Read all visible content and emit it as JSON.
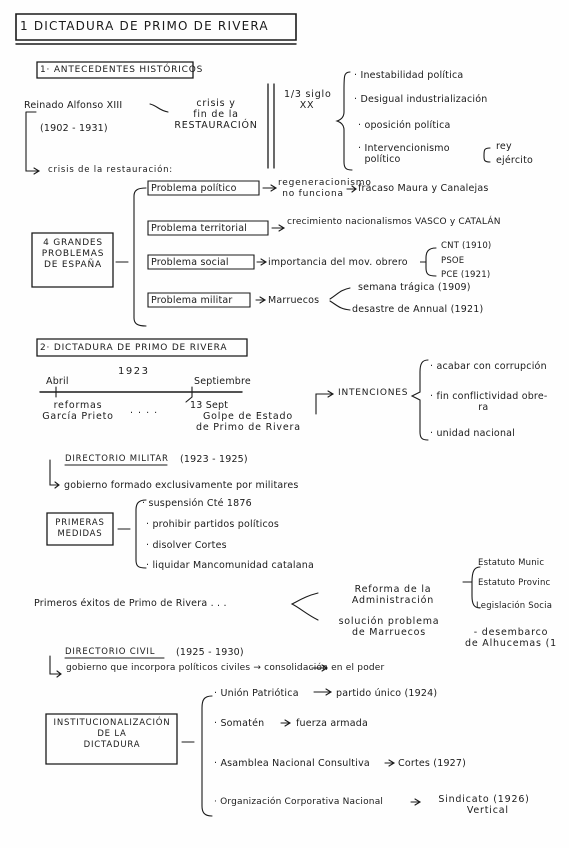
{
  "title": "1  DICTADURA DE PRIMO DE RIVERA",
  "s1": {
    "heading": "1· ANTECEDENTES HISTÓRICOS",
    "reinado": "Reinado Alfonso XIII",
    "years": "(1902 - 1931)",
    "crisis": "crisis y\nfin de la\nRESTAURACIÓN",
    "siglo": "1/3 siglo\nXX",
    "points": [
      "· Inestabilidad política",
      "· Desigual industrialización",
      "· oposición política",
      "· Intervencionismo\n  político"
    ],
    "rey": "rey",
    "ejercito": "ejército",
    "crisis_rest": "crisis de la restauración:",
    "grandes": "4 GRANDES\nPROBLEMAS\nDE ESPAÑA",
    "p_politico": "Problema político",
    "p_politico_r1": "regeneracionismo\nno funciona",
    "p_politico_r2": "fracaso Maura y Canalejas",
    "p_territorial": "Problema territorial",
    "p_territorial_r": "crecimiento nacionalismos VASCO y CATALÁN",
    "p_social": "Problema social",
    "p_social_r": "importancia del mov. obrero",
    "cnt": "CNT (1910)",
    "psoe": "PSOE",
    "pce": "PCE (1921)",
    "p_militar": "Problema militar",
    "marruecos": "Marruecos",
    "semana": "semana trágica (1909)",
    "annual": "desastre de Annual (1921)"
  },
  "s2": {
    "heading": "2· DICTADURA DE PRIMO DE RIVERA",
    "year": "1923",
    "abril": "Abril",
    "septiembre": "Septiembre",
    "reformas": "reformas\nGarcía Prieto",
    "dots": "· · · ·",
    "sept13": "13 Sept",
    "golpe": "Golpe de Estado\nde Primo de Rivera",
    "intenciones": "INTENCIONES",
    "int_items": [
      "· acabar con corrupción",
      "· fin conflictividad obre-\n               ra",
      "· unidad nacional"
    ],
    "directorio_militar": "DIRECTORIO MILITAR",
    "dm_years": "(1923 - 1925)",
    "dm_desc": "gobierno formado exclusivamente por militares",
    "primeras": "PRIMERAS\nMEDIDAS",
    "medidas": [
      "· suspensión Cté 1876",
      "· prohibir partidos políticos",
      "· disolver Cortes",
      "· liquidar Mancomunidad catalana"
    ],
    "exitos": "Primeros éxitos de Primo de Rivera . . .",
    "reforma": "Reforma de la\nAdministración",
    "estatuto_m": "Estatuto Munic",
    "estatuto_p": "Estatuto Provinc",
    "legislacion": "Legislación Socia",
    "solucion": "solución problema\nde Marruecos",
    "desembarco": "- desembarco\nde Alhucemas (1",
    "directorio_civil": "DIRECTORIO CIVIL",
    "dc_years": "(1925 - 1930)",
    "dc_desc": "gobierno que incorpora políticos civiles → consolidación en el poder",
    "institucional": "INSTITUCIONALIZACIÓN\nDE LA\nDICTADURA",
    "union": "· Unión Patriótica",
    "partido": "partido único (1924)",
    "somaten": "· Somatén",
    "fuerza": "fuerza armada",
    "asamblea": "· Asamblea Nacional Consultiva",
    "cortes": "Cortes (1927)",
    "organizacion": "· Organización Corporativa Nacional",
    "sindicato": "Sindicato (1926)\n  Vertical"
  }
}
